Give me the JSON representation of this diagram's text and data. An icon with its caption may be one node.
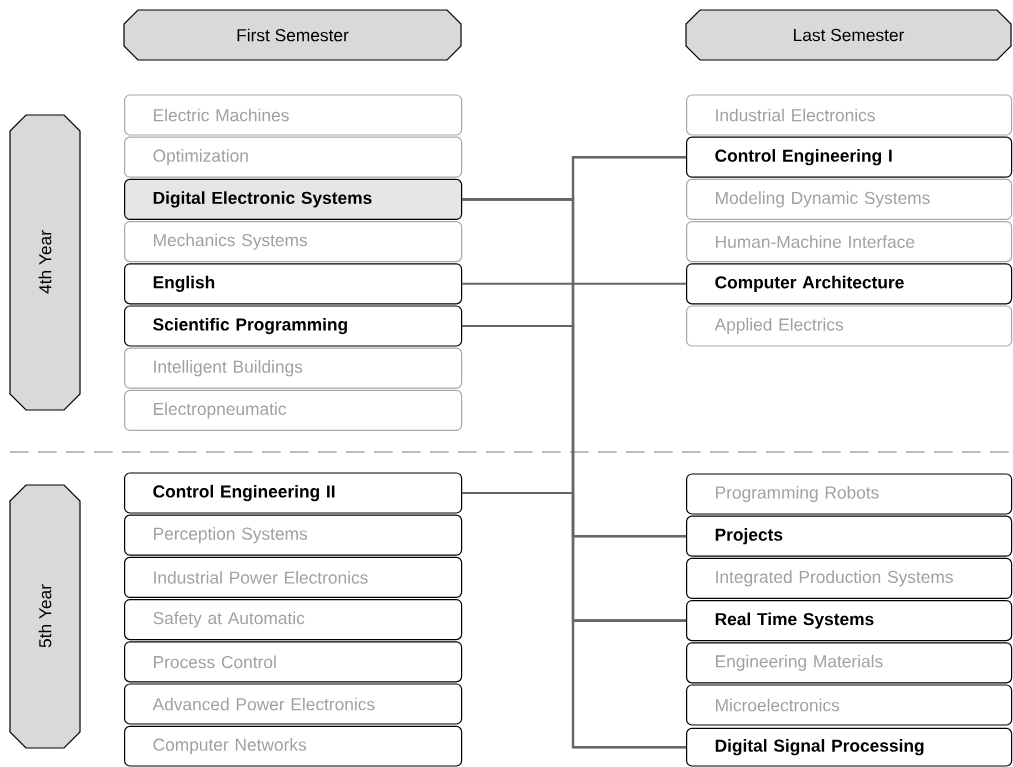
{
  "diagram": {
    "nodes": [
      {
        "text": [
          "First Semester"
        ]
      },
      {
        "text": [
          "Last Semester"
        ]
      },
      {
        "text": [
          "4th Year"
        ]
      },
      {
        "text": [
          "Electric Machines"
        ]
      },
      {
        "text": [
          "Optimization"
        ]
      },
      {
        "text": [
          "Digital Electronic Systems"
        ]
      },
      {
        "text": [
          "Mechanics Systems"
        ]
      },
      {
        "text": [
          "English"
        ]
      },
      {
        "text": [
          "Scientific Programming"
        ]
      },
      {
        "text": [
          "Intelligent Buildings"
        ]
      },
      {
        "text": [
          "Electropneumatic"
        ]
      },
      {
        "text": [
          "Industrial Electronics"
        ]
      },
      {
        "text": [
          "Control Engineering I"
        ]
      },
      {
        "text": [
          "Modeling Dynamic Systems"
        ]
      },
      {
        "text": [
          "Human-Machine Interface"
        ]
      },
      {
        "text": [
          "Computer Architecture"
        ]
      },
      {
        "text": [
          "Applied Electrics"
        ]
      },
      {
        "text": [
          "5th Year"
        ]
      },
      {
        "text": [
          "Control Engineering II"
        ]
      },
      {
        "text": [
          "Perception Systems"
        ]
      },
      {
        "text": [
          "Industrial Power Electronics"
        ]
      },
      {
        "text": [
          "Safety at Automatic"
        ]
      },
      {
        "text": [
          "Process Control"
        ]
      },
      {
        "text": [
          "Advanced Power Electronics"
        ]
      },
      {
        "text": [
          "Computer Networks"
        ]
      },
      {
        "text": [
          "Programming Robots"
        ]
      },
      {
        "text": [
          "Projects"
        ]
      },
      {
        "text": [
          "Integrated Production Systems"
        ]
      },
      {
        "text": [
          "Real Time Systems"
        ]
      },
      {
        "text": [
          "Engineering Materials"
        ]
      },
      {
        "text": [
          "Microelectronics"
        ]
      },
      {
        "text": [
          "Digital Signal Processing"
        ]
      }
    ],
    "edges": [
      {
        "from": 7,
        "to": 15,
        "arrow": "none"
      },
      {
        "from": 5,
        "to": 12,
        "arrow": "none"
      },
      {
        "from": 5,
        "to": 26,
        "arrow": "none"
      },
      {
        "from": 5,
        "to": 28,
        "arrow": "none"
      },
      {
        "from": 5,
        "to": 31,
        "arrow": "none"
      },
      {
        "from": 8,
        "to": 12,
        "arrow": "none"
      },
      {
        "from": 8,
        "to": 26,
        "arrow": "none"
      },
      {
        "from": 8,
        "to": 28,
        "arrow": "none"
      },
      {
        "from": 8,
        "to": 31,
        "arrow": "none"
      },
      {
        "from": 18,
        "to": 12,
        "arrow": "none"
      },
      {
        "from": 18,
        "to": 26,
        "arrow": "none"
      },
      {
        "from": 18,
        "to": 28,
        "arrow": "none"
      },
      {
        "from": 18,
        "to": 31,
        "arrow": "none"
      }
    ]
  }
}
